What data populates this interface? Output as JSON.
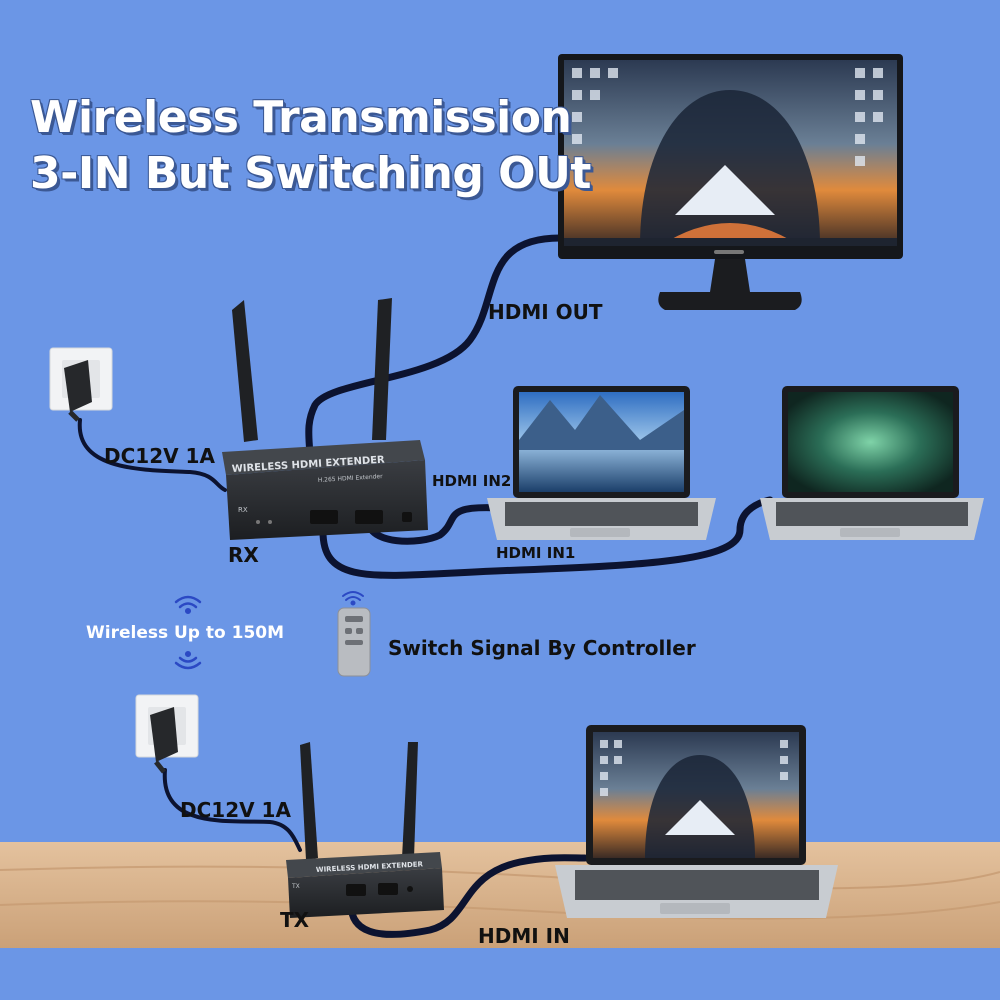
{
  "title": {
    "line1": "Wireless Transmission",
    "line2": "3-IN But Switching OUt"
  },
  "labels": {
    "hdmi_out": "HDMI OUT",
    "dc_rx": "DC12V 1A",
    "dc_tx": "DC12V 1A",
    "hdmi_in2": "HDMI IN2",
    "hdmi_in1": "HDMI IN1",
    "rx": "RX",
    "tx": "TX",
    "wireless_range": "Wireless Up to 150M",
    "switch_signal": "Switch Signal By Controller",
    "hdmi_in": "HDMI IN"
  },
  "devices": {
    "rx_brand": "WIRELESS HDMI EXTENDER",
    "rx_sub": "H.265 HDMI Extender",
    "rx_plate": "RX",
    "tx_brand": "WIRELESS HDMI EXTENDER",
    "tx_plate": "TX"
  },
  "icons": {
    "wifi_top": "wifi-icon",
    "wifi_bottom": "wifi-icon",
    "remote": "remote-control-icon",
    "wall_plug": "power-adapter-icon"
  },
  "colors": {
    "background": "#6b96e6",
    "table": "#d9b38a",
    "cable": "#0c1330",
    "device": "#2a2d31",
    "title_outline": "#3b5894"
  }
}
